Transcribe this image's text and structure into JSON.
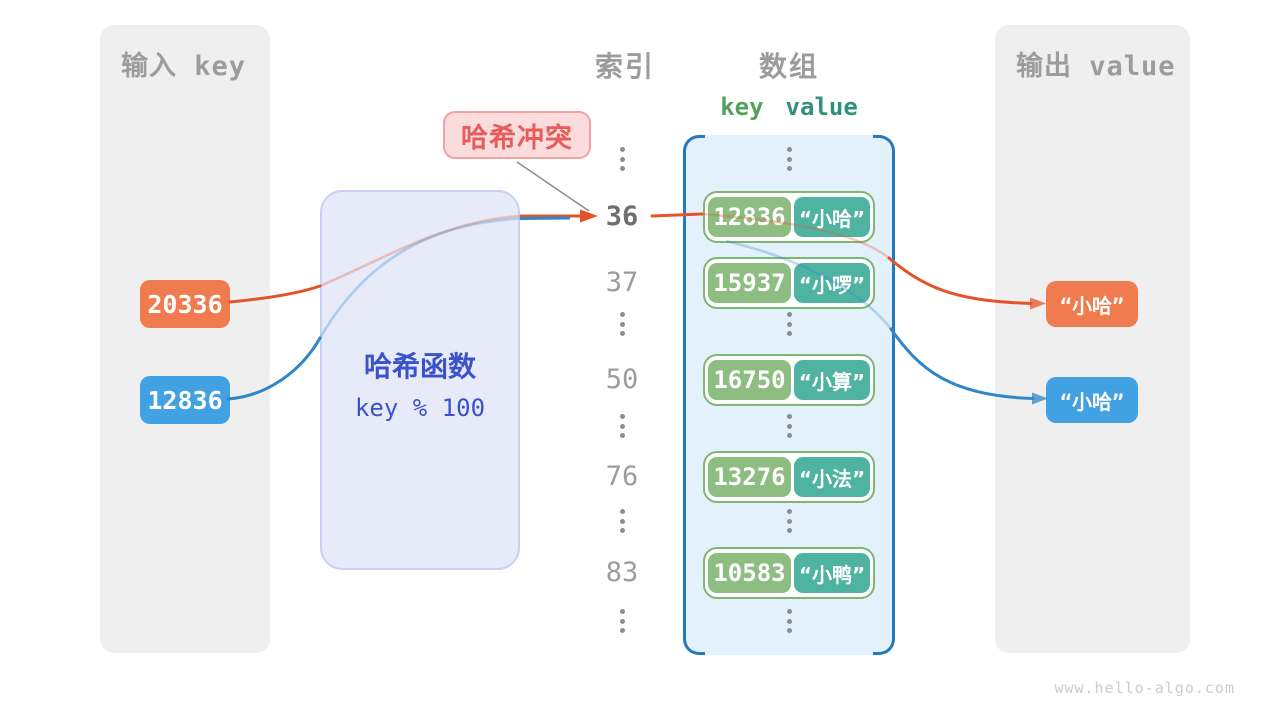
{
  "figure": {
    "watermark": "www.hello-algo.com",
    "colors": {
      "orange_box": "#ef7b4e",
      "blue_box": "#42a1e2",
      "key_green": "#8dbd80",
      "value_teal": "#4fb3a2",
      "curve_orange": "#e2552a",
      "curve_blue": "#2f86c8",
      "array_border": "#2878bd",
      "hash_text": "#3a53cb",
      "collision_text": "#e85b5b"
    }
  },
  "input_panel": {
    "title": "输入 key",
    "items": [
      {
        "value": "20336"
      },
      {
        "value": "12836"
      }
    ]
  },
  "hash_box": {
    "title": "哈希函数",
    "formula": "key % 100"
  },
  "collision": {
    "label": "哈希冲突"
  },
  "index_column": {
    "title": "索引",
    "values": [
      "36",
      "37",
      "50",
      "76",
      "83"
    ],
    "highlighted": "36"
  },
  "array": {
    "title": "数组",
    "key_header": "key",
    "value_header": "value",
    "rows": [
      {
        "key": "12836",
        "value": "“小哈”"
      },
      {
        "key": "15937",
        "value": "“小啰”"
      },
      {
        "key": "16750",
        "value": "“小算”"
      },
      {
        "key": "13276",
        "value": "“小法”"
      },
      {
        "key": "10583",
        "value": "“小鸭”"
      }
    ]
  },
  "output_panel": {
    "title": "输出 value",
    "items": [
      {
        "value": "“小哈”"
      },
      {
        "value": "“小哈”"
      }
    ]
  }
}
